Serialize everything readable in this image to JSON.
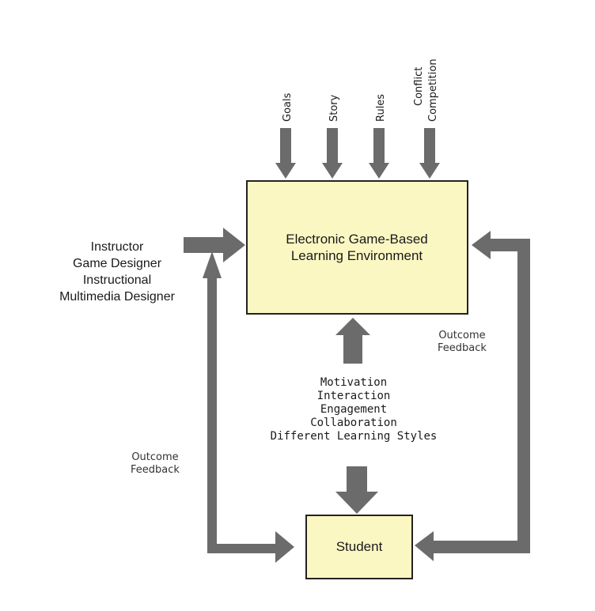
{
  "colors": {
    "box_fill": "#fbf7c3",
    "box_stroke": "#222222",
    "arrow": "#6b6b6b"
  },
  "inputs": {
    "goals": "Goals",
    "story": "Story",
    "rules": "Rules",
    "conflict": "Conflict",
    "competition": "Competition"
  },
  "environment_box": {
    "line1": "Electronic Game-Based",
    "line2": "Learning Environment"
  },
  "roles": {
    "line1": "Instructor",
    "line2": "Game Designer",
    "line3": "Instructional",
    "line4": "Multimedia Designer"
  },
  "outcome_feedback_right": {
    "line1": "Outcome",
    "line2": "Feedback"
  },
  "outcome_feedback_left": {
    "line1": "Outcome",
    "line2": "Feedback"
  },
  "factors": [
    "Motivation",
    "Interaction",
    "Engagement",
    "Collaboration",
    "Different Learning Styles"
  ],
  "student_box": {
    "label": "Student"
  }
}
